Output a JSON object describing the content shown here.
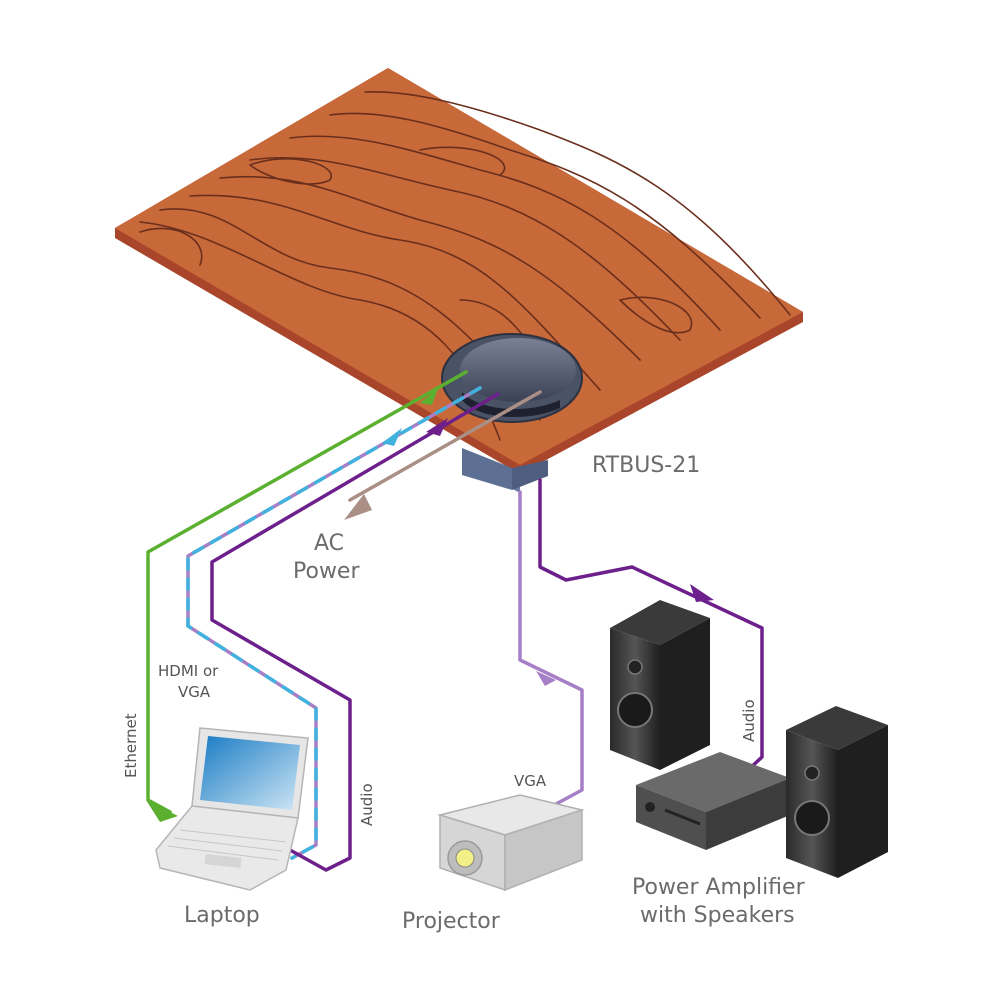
{
  "device": {
    "name": "RTBUS-21"
  },
  "labels": {
    "ac_power_line1": "AC",
    "ac_power_line2": "Power",
    "ethernet": "Ethernet",
    "hdmi_vga_line1": "HDMI or",
    "hdmi_vga_line2": "VGA",
    "audio_laptop": "Audio",
    "vga_projector": "VGA",
    "audio_amp": "Audio",
    "laptop": "Laptop",
    "projector": "Projector",
    "amp_line1": "Power Amplifier",
    "amp_line2": "with Speakers"
  },
  "colors": {
    "table_top": "#c8693a",
    "table_edge": "#a8452a",
    "grain": "#6a2f1c",
    "ethernet": "#5cb030",
    "hdmi_dash_a": "#a77fc6",
    "hdmi_dash_b": "#3fb3de",
    "audio": "#6d1f8c",
    "vga": "#a77fc6",
    "ac_power": "#a98f86",
    "socket": "#4a5266",
    "box": "#5e6f94"
  },
  "icons": [
    "table-icon",
    "socket-icon",
    "laptop-icon",
    "projector-icon",
    "speaker-icon",
    "amplifier-icon"
  ]
}
